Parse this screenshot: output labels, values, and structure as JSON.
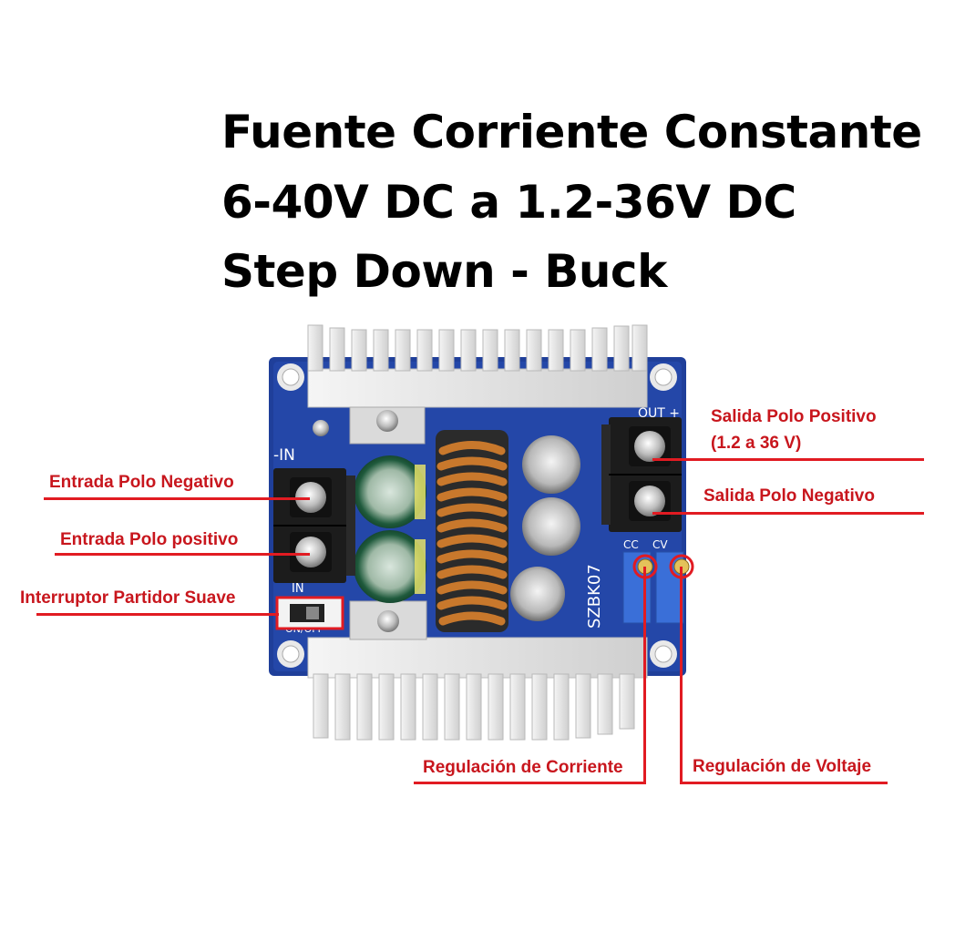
{
  "title": {
    "line1": "Fuente Corriente Constante",
    "line2": "6-40V DC a 1.2-36V DC",
    "line3": "Step Down - Buck"
  },
  "labels": {
    "input_negative": "Entrada Polo Negativo",
    "input_positive": "Entrada Polo positivo",
    "soft_start_switch": "Interruptor Partidor Suave",
    "output_positive": "Salida Polo Positivo",
    "output_positive_range": "(1.2 a 36 V)",
    "output_negative": "Salida Polo Negativo",
    "current_regulation": "Regulación de Corriente",
    "voltage_regulation": "Regulación de Voltaje"
  },
  "board": {
    "silk_in_neg": "-IN",
    "silk_in": "IN",
    "silk_out": "OUT +",
    "silk_cc": "CC",
    "silk_cv": "CV",
    "silk_model": "SZBK07",
    "silk_switch": "ON/OFF"
  },
  "colors": {
    "annotation": "#c8161d",
    "pcb": "#1f3f9a",
    "heatsink": "#e6e6e6",
    "coil": "#c8782c",
    "terminal": "#1c1c1c"
  }
}
